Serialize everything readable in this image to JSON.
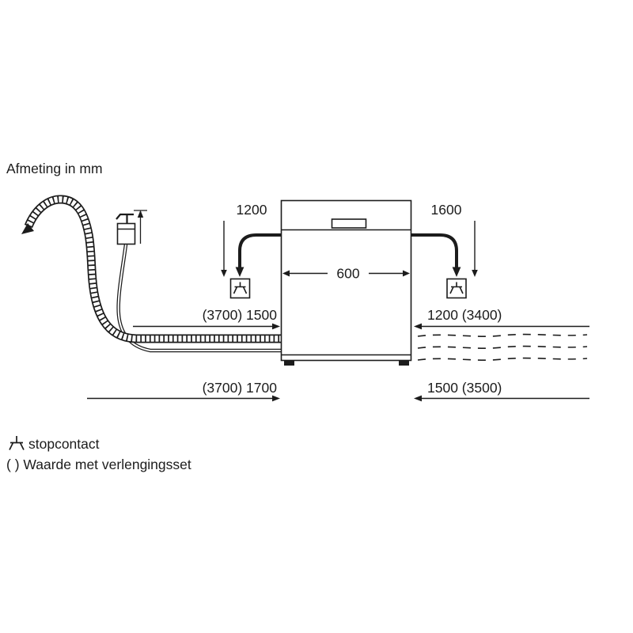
{
  "title": "Afmeting in mm",
  "dimensions": {
    "appliance_width": "600",
    "power_cord_left": "1200",
    "power_cord_right": "1600",
    "drain_hose": "(3700) 1500",
    "supply_hose": "1200 (3400)",
    "drain_hose_alt": "(3700) 1700",
    "supply_hose_alt": "1500 (3500)"
  },
  "legend": {
    "socket": "stopcontact",
    "extension": "( ) Waarde met verlengingsset"
  },
  "icons": {
    "power_socket": "earthed-socket-symbol-in-square",
    "water_tap": "tap-valve-box",
    "drain_hose_end": "hooked-arrow",
    "extension_hoses": "dashed-lines"
  },
  "colors": {
    "line": "#1c1c1c",
    "background": "#ffffff"
  }
}
